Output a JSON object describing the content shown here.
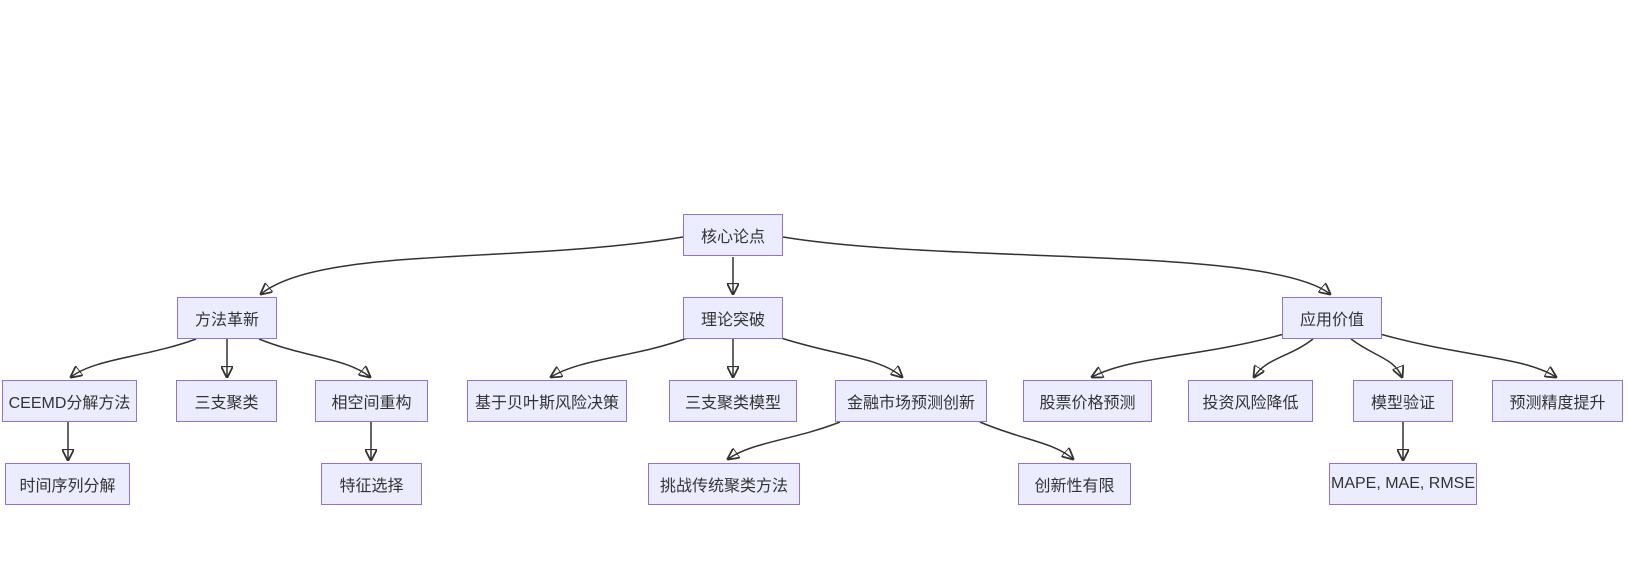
{
  "diagram": {
    "type": "flowchart",
    "direction": "top-down",
    "colors": {
      "background": "#ffffff",
      "node_fill": "#ECECFF",
      "node_border": "#9370DB",
      "edge": "#333333",
      "text": "#333333"
    },
    "nodes": [
      {
        "id": "core",
        "label": "核心论点"
      },
      {
        "id": "method",
        "label": "方法革新"
      },
      {
        "id": "theory",
        "label": "理论突破"
      },
      {
        "id": "application",
        "label": "应用价值"
      },
      {
        "id": "ceemd",
        "label": "CEEMD分解方法"
      },
      {
        "id": "threeway",
        "label": "三支聚类"
      },
      {
        "id": "phase",
        "label": "相空间重构"
      },
      {
        "id": "bayes",
        "label": "基于贝叶斯风险决策"
      },
      {
        "id": "model3w",
        "label": "三支聚类模型"
      },
      {
        "id": "finance",
        "label": "金融市场预测创新"
      },
      {
        "id": "stock",
        "label": "股票价格预测"
      },
      {
        "id": "invest",
        "label": "投资风险降低"
      },
      {
        "id": "validate",
        "label": "模型验证"
      },
      {
        "id": "accuracy",
        "label": "预测精度提升"
      },
      {
        "id": "timeseries",
        "label": "时间序列分解"
      },
      {
        "id": "feature",
        "label": "特征选择"
      },
      {
        "id": "challenge",
        "label": "挑战传统聚类方法"
      },
      {
        "id": "limited",
        "label": "创新性有限"
      },
      {
        "id": "metrics",
        "label": "MAPE, MAE, RMSE"
      }
    ],
    "edges": [
      {
        "from": "core",
        "to": "method"
      },
      {
        "from": "core",
        "to": "theory"
      },
      {
        "from": "core",
        "to": "application"
      },
      {
        "from": "method",
        "to": "ceemd"
      },
      {
        "from": "method",
        "to": "threeway"
      },
      {
        "from": "method",
        "to": "phase"
      },
      {
        "from": "theory",
        "to": "bayes"
      },
      {
        "from": "theory",
        "to": "model3w"
      },
      {
        "from": "theory",
        "to": "finance"
      },
      {
        "from": "application",
        "to": "stock"
      },
      {
        "from": "application",
        "to": "invest"
      },
      {
        "from": "application",
        "to": "validate"
      },
      {
        "from": "application",
        "to": "accuracy"
      },
      {
        "from": "ceemd",
        "to": "timeseries"
      },
      {
        "from": "phase",
        "to": "feature"
      },
      {
        "from": "finance",
        "to": "challenge"
      },
      {
        "from": "finance",
        "to": "limited"
      },
      {
        "from": "validate",
        "to": "metrics"
      }
    ]
  }
}
